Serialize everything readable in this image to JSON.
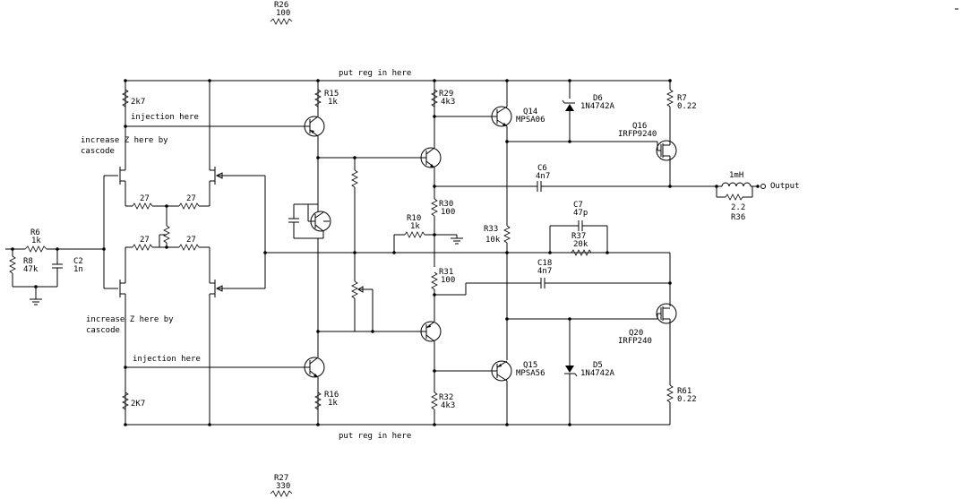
{
  "labels": {
    "top_note": "put reg in here",
    "bottom_note": "put reg in here",
    "inj_top": "injection here",
    "inj_bot": "injection here",
    "cas_top_1": "increase Z here by",
    "cas_top_2": "cascode",
    "cas_bot_1": "increase Z here by",
    "cas_bot_2": "cascode",
    "output": "Output"
  },
  "parts": {
    "R26": {
      "ref": "R26",
      "val": "100"
    },
    "R27": {
      "ref": "R27",
      "val": "330"
    },
    "R6": {
      "ref": "R6",
      "val": "1k"
    },
    "R8": {
      "ref": "R8",
      "val": "47k"
    },
    "C2": {
      "ref": "C2",
      "val": "1n"
    },
    "Rtop": {
      "val": "2k7"
    },
    "Rbot": {
      "val": "2K7"
    },
    "Re1": {
      "val": "27"
    },
    "Re2": {
      "val": "27"
    },
    "Re3": {
      "val": "27"
    },
    "Re4": {
      "val": "27"
    },
    "R15": {
      "ref": "R15",
      "val": "1k"
    },
    "R16": {
      "ref": "R16",
      "val": "1k"
    },
    "R29": {
      "ref": "R29",
      "val": "4k3"
    },
    "R30": {
      "ref": "R30",
      "val": "100"
    },
    "R31": {
      "ref": "R31",
      "val": "100"
    },
    "R32": {
      "ref": "R32",
      "val": "4k3"
    },
    "R10": {
      "ref": "R10",
      "val": "1k"
    },
    "R33": {
      "ref": "R33",
      "val": "10k"
    },
    "Q14": {
      "ref": "Q14",
      "val": "MPSA06"
    },
    "Q15": {
      "ref": "Q15",
      "val": "MPSA56"
    },
    "D6": {
      "ref": "D6",
      "val": "1N4742A"
    },
    "D5": {
      "ref": "D5",
      "val": "1N4742A"
    },
    "R7": {
      "ref": "R7",
      "val": "0.22"
    },
    "R61": {
      "ref": "R61",
      "val": "0.22"
    },
    "Q16": {
      "ref": "Q16",
      "val": "IRFP9240"
    },
    "Q20": {
      "ref": "Q20",
      "val": "IRFP240"
    },
    "C6": {
      "ref": "C6",
      "val": "4n7"
    },
    "C18": {
      "ref": "C18",
      "val": "4n7"
    },
    "C7": {
      "ref": "C7",
      "val": "47p"
    },
    "R37": {
      "ref": "R37",
      "val": "20k"
    },
    "L1": {
      "val": "1mH"
    },
    "R36": {
      "ref": "R36",
      "val": "2.2"
    }
  }
}
